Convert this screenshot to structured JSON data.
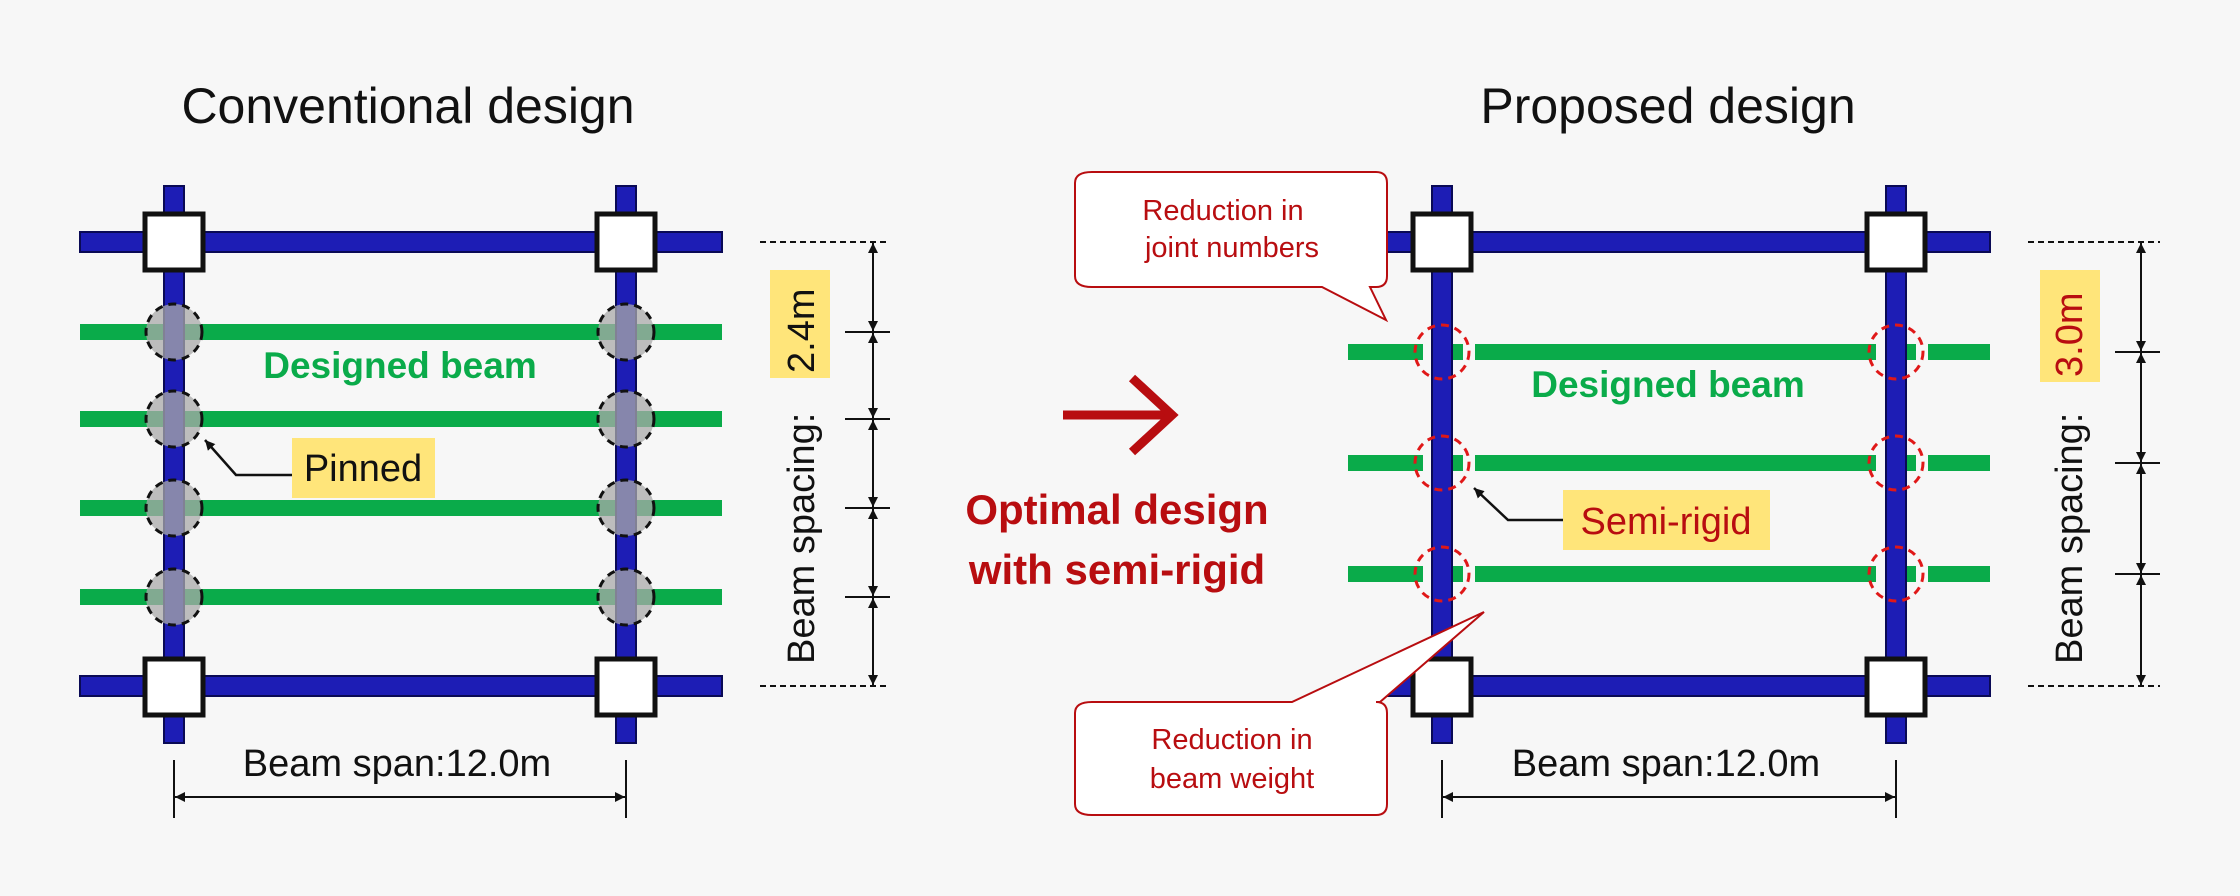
{
  "left": {
    "title": "Conventional design",
    "beam_label": "Designed beam",
    "joint_label": "Pinned",
    "spacing_label": "Beam spacing:",
    "spacing_value": "2.4m",
    "span_label": "Beam span:12.0m"
  },
  "middle": {
    "line1": "Optimal design",
    "line2": "with semi-rigid"
  },
  "right": {
    "title": "Proposed design",
    "beam_label": "Designed beam",
    "joint_label": "Semi-rigid",
    "spacing_label": "Beam spacing:",
    "spacing_value": "3.0m",
    "span_label": "Beam span:12.0m",
    "callout_top_line1": "Reduction in",
    "callout_top_line2": "joint numbers",
    "callout_bottom_line1": "Reduction in",
    "callout_bottom_line2": "beam weight"
  },
  "colors": {
    "girder": "#1d1db5",
    "beam": "#0aab4a",
    "accent_red": "#b80d10",
    "highlight": "#ffe57a"
  }
}
